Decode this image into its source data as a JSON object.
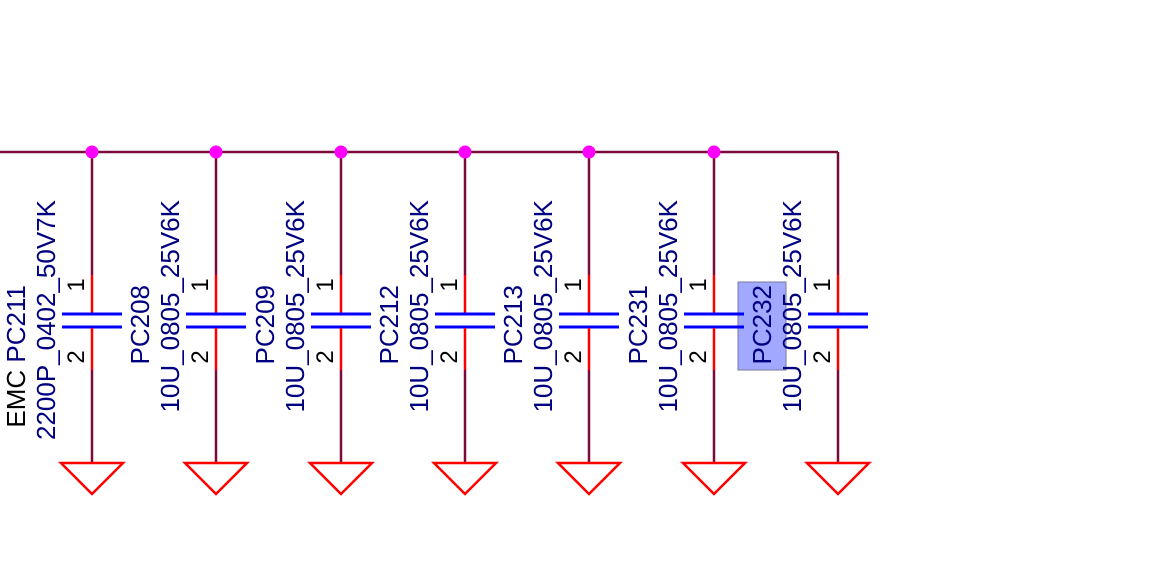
{
  "colors": {
    "wire": "#7a0a3c",
    "pin": "#ff0000",
    "cap_plate": "#0000ff",
    "junction": "#ff00ff",
    "ground": "#ff0000",
    "label": "#000080",
    "pin_number": "#000000",
    "highlight": "#a0a8ff"
  },
  "components": [
    {
      "prefix": "EMC",
      "ref": "PC211",
      "value": "2200P_0402_50V7K",
      "pin1": "1",
      "pin2": "2",
      "junction": true,
      "highlighted": false
    },
    {
      "ref": "PC208",
      "value": "10U_0805_25V6K",
      "pin1": "1",
      "pin2": "2",
      "junction": true,
      "highlighted": false
    },
    {
      "ref": "PC209",
      "value": "10U_0805_25V6K",
      "pin1": "1",
      "pin2": "2",
      "junction": true,
      "highlighted": false
    },
    {
      "ref": "PC212",
      "value": "10U_0805_25V6K",
      "pin1": "1",
      "pin2": "2",
      "junction": true,
      "highlighted": false
    },
    {
      "ref": "PC213",
      "value": "10U_0805_25V6K",
      "pin1": "1",
      "pin2": "2",
      "junction": true,
      "highlighted": false
    },
    {
      "ref": "PC231",
      "value": "10U_0805_25V6K",
      "pin1": "1",
      "pin2": "2",
      "junction": true,
      "highlighted": true
    },
    {
      "ref": "PC232",
      "value": "10U_0805_25V6K",
      "pin1": "1",
      "pin2": "2",
      "junction": false,
      "highlighted": false
    }
  ]
}
